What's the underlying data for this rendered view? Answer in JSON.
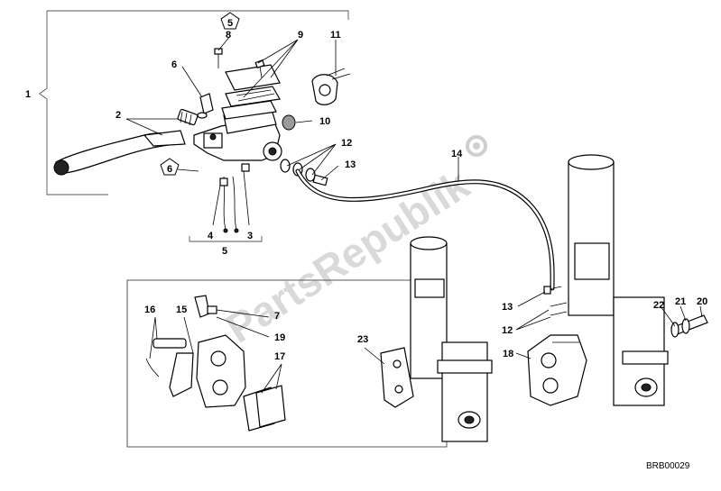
{
  "diagram": {
    "code": "BRB00029",
    "watermark": "PartsRepublik",
    "callouts": [
      "1",
      "2",
      "3",
      "4",
      "5",
      "6",
      "7",
      "8",
      "9",
      "10",
      "11",
      "12",
      "13",
      "14",
      "15",
      "16",
      "17",
      "18",
      "19",
      "20",
      "21",
      "22",
      "23"
    ],
    "repeat_labels": {
      "five_marker": "5",
      "six_marker": "6",
      "twelve_lower": "12",
      "thirteen_lower": "13"
    }
  }
}
